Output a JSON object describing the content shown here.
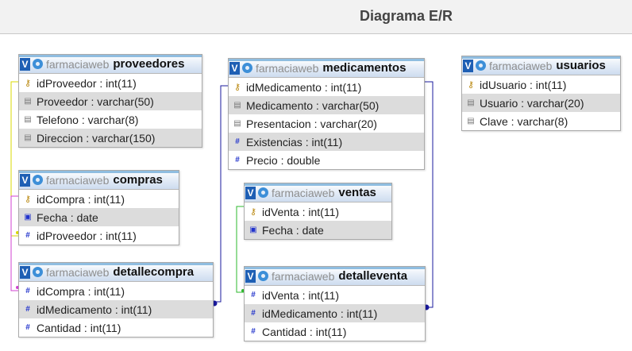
{
  "header": {
    "title": "Diagrama E/R"
  },
  "colors": {
    "vbox": "#1e5fb4",
    "accent": "#3d8fd8"
  },
  "tables": {
    "proveedores": {
      "badge": "V",
      "db": "farmaciaweb",
      "name": "proveedores",
      "columns": [
        {
          "text": "idProveedor : int(11)",
          "icon": "key-icon"
        },
        {
          "text": "Proveedor : varchar(50)",
          "icon": "text-icon"
        },
        {
          "text": "Telefono : varchar(8)",
          "icon": "text-icon"
        },
        {
          "text": "Direccion : varchar(150)",
          "icon": "text-icon"
        }
      ]
    },
    "compras": {
      "badge": "V",
      "db": "farmaciaweb",
      "name": "compras",
      "columns": [
        {
          "text": "idCompra : int(11)",
          "icon": "key-icon"
        },
        {
          "text": "Fecha : date",
          "icon": "date-icon"
        },
        {
          "text": "idProveedor : int(11)",
          "icon": "number-icon"
        }
      ]
    },
    "detallecompra": {
      "badge": "V",
      "db": "farmaciaweb",
      "name": "detallecompra",
      "columns": [
        {
          "text": "idCompra : int(11)",
          "icon": "number-icon"
        },
        {
          "text": "idMedicamento : int(11)",
          "icon": "number-icon"
        },
        {
          "text": "Cantidad : int(11)",
          "icon": "number-icon"
        }
      ]
    },
    "medicamentos": {
      "badge": "V",
      "db": "farmaciaweb",
      "name": "medicamentos",
      "columns": [
        {
          "text": "idMedicamento : int(11)",
          "icon": "key-icon"
        },
        {
          "text": "Medicamento : varchar(50)",
          "icon": "text-icon"
        },
        {
          "text": "Presentacion : varchar(20)",
          "icon": "text-icon"
        },
        {
          "text": "Existencias : int(11)",
          "icon": "number-icon"
        },
        {
          "text": "Precio : double",
          "icon": "number-icon"
        }
      ]
    },
    "ventas": {
      "badge": "V",
      "db": "farmaciaweb",
      "name": "ventas",
      "columns": [
        {
          "text": "idVenta : int(11)",
          "icon": "key-icon"
        },
        {
          "text": "Fecha : date",
          "icon": "date-icon"
        }
      ]
    },
    "detalleventa": {
      "badge": "V",
      "db": "farmaciaweb",
      "name": "detalleventa",
      "columns": [
        {
          "text": "idVenta : int(11)",
          "icon": "number-icon"
        },
        {
          "text": "idMedicamento : int(11)",
          "icon": "number-icon"
        },
        {
          "text": "Cantidad : int(11)",
          "icon": "number-icon"
        }
      ]
    },
    "usuarios": {
      "badge": "V",
      "db": "farmaciaweb",
      "name": "usuarios",
      "columns": [
        {
          "text": "idUsuario : int(11)",
          "icon": "key-icon"
        },
        {
          "text": "Usuario : varchar(20)",
          "icon": "text-icon"
        },
        {
          "text": "Clave : varchar(8)",
          "icon": "text-icon"
        }
      ]
    }
  },
  "relations": [
    {
      "from": "proveedores.idProveedor",
      "to": "compras.idProveedor",
      "color": "#d8d800"
    },
    {
      "from": "compras.idCompra",
      "to": "detallecompra.idCompra",
      "color": "#d040d0"
    },
    {
      "from": "medicamentos.idMedicamento",
      "to": "detallecompra.idMedicamento",
      "color": "#1a1a9e"
    },
    {
      "from": "medicamentos.idMedicamento",
      "to": "detalleventa.idMedicamento",
      "color": "#1a1a9e"
    },
    {
      "from": "ventas.idVenta",
      "to": "detalleventa.idVenta",
      "color": "#2eb82e"
    }
  ]
}
